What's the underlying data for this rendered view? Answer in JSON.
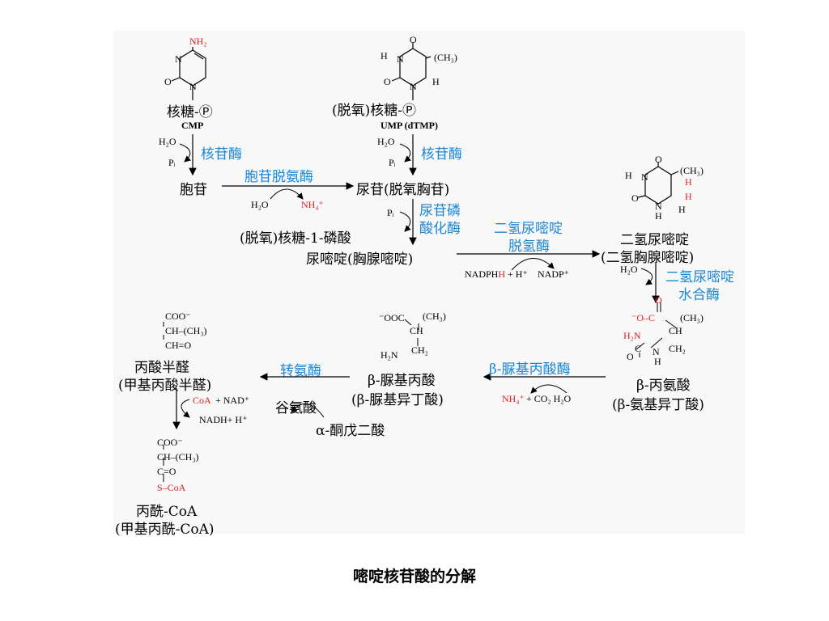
{
  "caption": "嘧啶核苷酸的分解",
  "nodes": {
    "cmp_sugar": "核糖-Ⓟ",
    "cmp": "CMP",
    "ump_sugar": "(脱氧)核糖-Ⓟ",
    "ump": "UMP (dTMP)",
    "cytidine": "胞苷",
    "uridine": "尿苷(脱氧胸苷)",
    "ribose1p": "(脱氧)核糖-1-磷酸",
    "uracil": "尿嘧啶(胸腺嘧啶)",
    "dihydrouracil": "二氢尿嘧啶",
    "dihydrothymine": "(二氢胸腺嘧啶)",
    "bala": "β-丙氨酸",
    "baib": "(β-氨基异丁酸)",
    "bureido": "β-脲基丙酸",
    "bureido2": "(β-脲基异丁酸)",
    "malonic": "丙酸半醛",
    "methylmalonic": "(甲基丙酸半醛)",
    "glutamate": "谷氨酸",
    "akg": "α-酮戊二酸",
    "propionyl": "丙酰-CoA",
    "methylpropionyl": "(甲基丙酰-CoA)"
  },
  "enzymes": {
    "nucleosidase1": "核苷酶",
    "nucleosidase2": "核苷酶",
    "cytidine_deaminase": "胞苷脱氨酶",
    "uridine_phos1": "尿苷磷",
    "uridine_phos2": "酸化酶",
    "dhpd1": "二氢尿嘧啶",
    "dhpd2": "脱氢酶",
    "dhph1": "二氢尿嘧啶",
    "dhph2": "水合酶",
    "ureidopropionase": "β-脲基丙酸酶",
    "transaminase": "转氨酶"
  },
  "cofactors": {
    "h2o_a": "H₂O",
    "pi_a": "Pᵢ",
    "h2o_b": "H₂O",
    "pi_b": "Pᵢ",
    "h2o_c": "H₂O",
    "nh4_c": "NH₄⁺",
    "pi_c": "Pᵢ",
    "nadph": "NADPH",
    "nadph_rest": "+ H⁺",
    "nadp": "NADP⁺",
    "h2o_d": "H₂O",
    "nh4_e": "NH₄⁺",
    "co2_e": "+ CO₂ H₂O",
    "coa": "CoA",
    "nad": "+ NAD⁺",
    "nadh": "NADH+ H⁺"
  },
  "chem": {
    "cmp_nh2": "NH₂",
    "cmp_n3": "N",
    "cmp_o2": "O",
    "cmp_n1": "N",
    "ump_o4": "O",
    "ump_h3": "H",
    "ump_n3": "N",
    "ump_ch3": "(CH₃)",
    "ump_o2": "O",
    "ump_n1": "N",
    "ump_h6": "H",
    "dhu_o4": "O",
    "dhu_h3": "H",
    "dhu_n3": "N",
    "dhu_ch3": "(CH₃)",
    "dhu_h5": "H",
    "dhu_h6": "H",
    "dhu_o2": "O",
    "dhu_n1": "N",
    "dhu_h1": "H",
    "dhu_h6b": "H",
    "ur_o": "O",
    "ur_minus": "⁻O–C",
    "ur_ch3": "(CH₃)",
    "ur_h2n": "H₂N",
    "ur_ch": "CH",
    "ur_c": "C",
    "ur_n": "N",
    "ur_ch2": "CH₂",
    "ur_o2": "O",
    "ur_h": "H",
    "ba_coo": "⁻OOC",
    "ba_ch3": "(CH₃)",
    "ba_ch": "CH",
    "ba_h2n": "H₂N",
    "ba_ch2": "CH₂",
    "ms_coo": "COO⁻",
    "ms_ch": "CH–(CH₃)",
    "ms_cho": "CH=O",
    "pc_coo": "COO⁻",
    "pc_ch": "CH–(CH₃)",
    "pc_c": "C=O",
    "pc_s": "S–CoA"
  },
  "colors": {
    "enzyme": "#1a86d6",
    "highlight": "#e02020",
    "panel": "#f8f8f8"
  }
}
